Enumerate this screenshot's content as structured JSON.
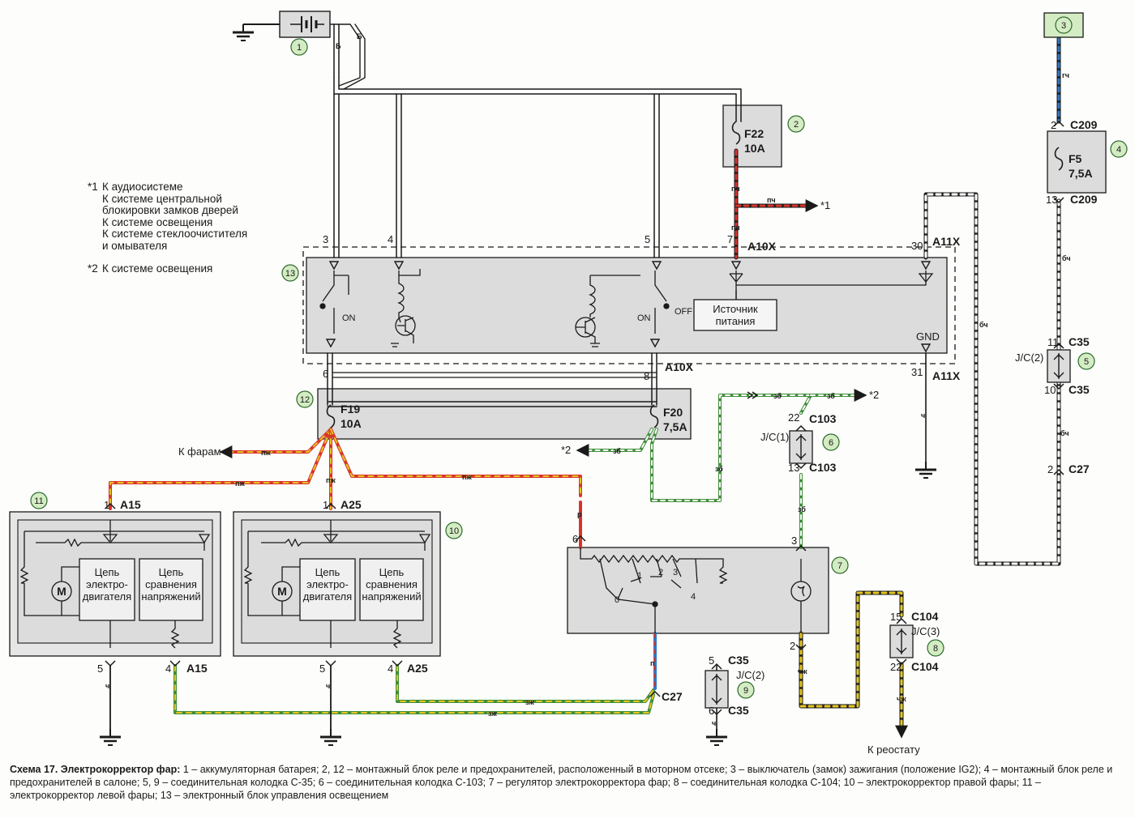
{
  "notes": {
    "n1_marker": "*1",
    "n1_lines": [
      "К аудиосистеме",
      "К системе центральной",
      "блокировки замков дверей",
      "К системе освещения",
      "К системе стеклоочистителя",
      "и омывателя"
    ],
    "n2_marker": "*2",
    "n2_line": "К системе освещения"
  },
  "callouts": [
    "1",
    "2",
    "3",
    "4",
    "5",
    "6",
    "7",
    "8",
    "9",
    "10",
    "11",
    "12",
    "13"
  ],
  "fuses": {
    "f22": {
      "id": "F22",
      "rating": "10A"
    },
    "f5": {
      "id": "F5",
      "rating": "7,5A"
    },
    "f19": {
      "id": "F19",
      "rating": "10A"
    },
    "f20": {
      "id": "F20",
      "rating": "7,5A"
    }
  },
  "connectors": {
    "c209": "C209",
    "a10x": "A10X",
    "a11x": "A11X",
    "c35": "C35",
    "c103": "C103",
    "c27": "C27",
    "c104": "C104",
    "a15": "A15",
    "a25": "A25"
  },
  "jc": {
    "jc1": "J/C(1)",
    "jc2": "J/C(2)",
    "jc3": "J/C(3)"
  },
  "blocks": {
    "power_source": [
      "Источник",
      "питания"
    ],
    "motor_circuit": [
      "Цепь",
      "электро-",
      "двигателя"
    ],
    "compare_circuit": [
      "Цепь",
      "сравнения",
      "напряжений"
    ],
    "gnd": "GND",
    "on": "ON",
    "off": "OFF",
    "motor": "M"
  },
  "pins": {
    "p2": "2",
    "p13": "13",
    "p6": "6",
    "p7": "7",
    "p3": "3",
    "p4": "4",
    "p5": "5",
    "p8": "8",
    "p30": "30",
    "p31": "31",
    "p11": "11",
    "p10": "10",
    "p22": "22",
    "p1": "1",
    "p15": "15",
    "p0": "0",
    "p1s": "1",
    "p2s": "2",
    "p3s": "3",
    "p4s": "4"
  },
  "wire_codes": {
    "b": "Б",
    "pch": "пч",
    "bch": "бч",
    "pzh": "пж",
    "zb": "зб",
    "ch": "ч",
    "r": "р",
    "p": "п",
    "zzh": "зж",
    "chzh": "чж",
    "gch": "гч"
  },
  "refs": {
    "star1": "*1",
    "star2": "*2",
    "to_headlights": "К фарам",
    "to_rheostat": "К реостату"
  },
  "caption": {
    "title": "Схема 17. Электрокорректор фар:",
    "text": " 1 – аккумуляторная батарея; 2, 12 – монтажный блок реле и предохранителей, расположенный в моторном отсеке; 3 – выключатель (замок) зажигания (положение IG2); 4 – монтажный блок реле и предохранителей в салоне; 5, 9 – соединительная колодка С-35; 6 – соединительная колодка С-103; 7 – регулятор электрокорректора фар; 8 – соединительная колодка С-104; 10 – электрокорректор правой фары; 11 – электрокорректор левой фары; 13 – электронный блок управления освещением"
  },
  "colors": {
    "ink": "#1a1a1a",
    "callout_fill": "#d4ecc4",
    "callout_stroke": "#2d6a2d",
    "block_fill": "#dcdcdc",
    "wire_red": "#d8342c",
    "wire_yellow": "#e6c620",
    "wire_green": "#3f8e3a",
    "wire_blue": "#2e78c8",
    "wire_orange": "#e07d1e"
  }
}
